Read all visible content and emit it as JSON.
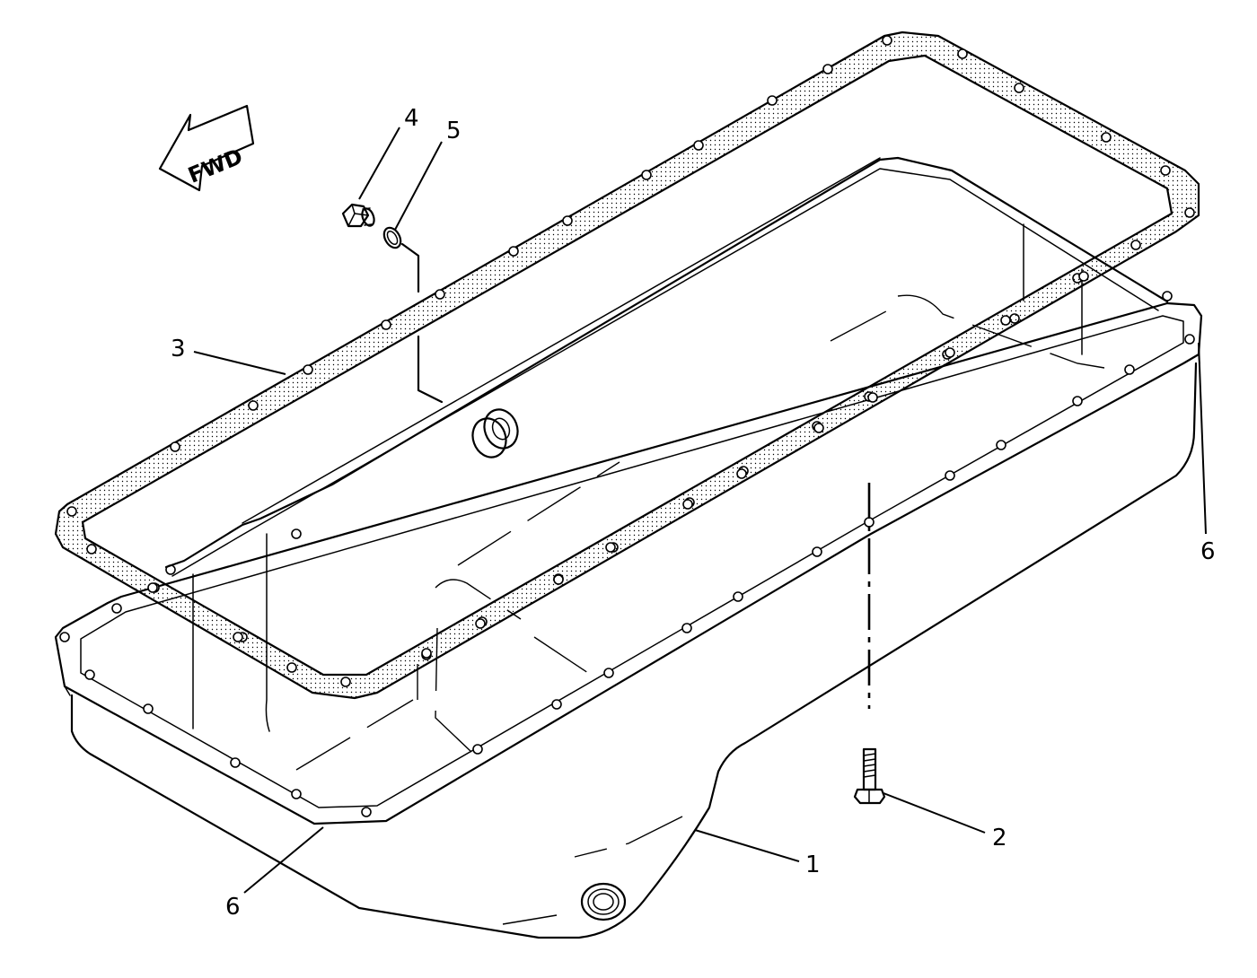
{
  "diagram": {
    "orientation_label": "FWD",
    "callouts": {
      "c1": "1",
      "c2": "2",
      "c3": "3",
      "c4": "4",
      "c5": "5",
      "c6a": "6",
      "c6b": "6"
    },
    "colors": {
      "line": "#000000",
      "background": "#ffffff"
    }
  }
}
